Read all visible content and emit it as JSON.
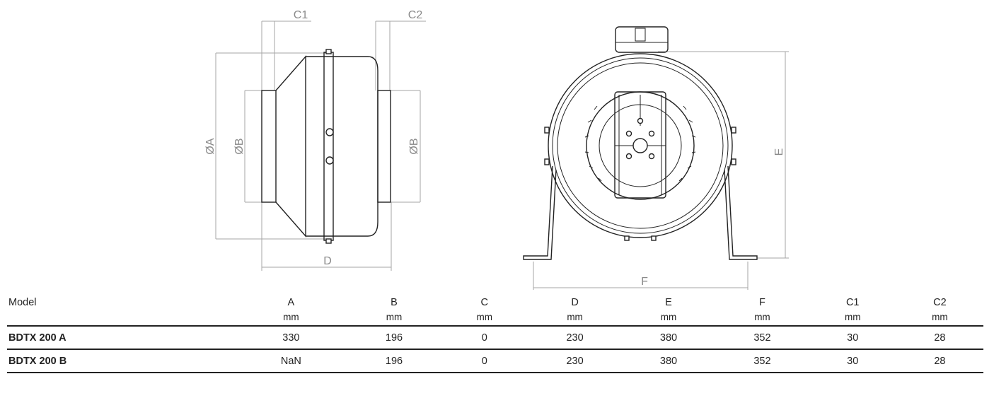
{
  "diagram_labels": {
    "c1": "C1",
    "c2": "C2",
    "dia_a": "ØA",
    "dia_b_left": "ØB",
    "dia_b_right": "ØB",
    "d": "D",
    "e": "E",
    "f": "F"
  },
  "table": {
    "model_header": "Model",
    "columns": [
      {
        "name": "A",
        "unit": "mm"
      },
      {
        "name": "B",
        "unit": "mm"
      },
      {
        "name": "C",
        "unit": "mm"
      },
      {
        "name": "D",
        "unit": "mm"
      },
      {
        "name": "E",
        "unit": "mm"
      },
      {
        "name": "F",
        "unit": "mm"
      },
      {
        "name": "C1",
        "unit": "mm"
      },
      {
        "name": "C2",
        "unit": "mm"
      }
    ],
    "rows": [
      {
        "model": "BDTX 200 A",
        "values": [
          "330",
          "196",
          "0",
          "230",
          "380",
          "352",
          "30",
          "28"
        ]
      },
      {
        "model": "BDTX 200 B",
        "values": [
          "NaN",
          "196",
          "0",
          "230",
          "380",
          "352",
          "30",
          "28"
        ]
      }
    ]
  }
}
